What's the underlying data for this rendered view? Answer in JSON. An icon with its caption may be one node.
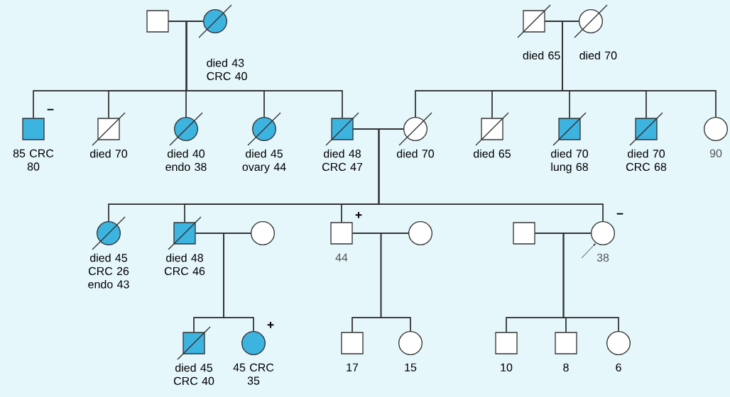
{
  "diagram": {
    "nodes": [
      {
        "text": [],
        "shape": "box"
      },
      {
        "text": [],
        "shape": "circle",
        "beside": [
          "died 43 CRC 40"
        ]
      },
      {
        "text": [],
        "shape": "box",
        "beside": [
          "died 65"
        ]
      },
      {
        "text": [],
        "shape": "circle",
        "beside": [
          "died 70"
        ]
      },
      {
        "text": [],
        "shape": "box",
        "beside": [
          "−",
          "85 CRC 80"
        ]
      },
      {
        "text": [],
        "shape": "box",
        "beside": [
          "died 70"
        ]
      },
      {
        "text": [],
        "shape": "circle",
        "beside": [
          "died 40 endo 38"
        ]
      },
      {
        "text": [],
        "shape": "circle",
        "beside": [
          "died 45 ovary 44"
        ]
      },
      {
        "text": [],
        "shape": "box",
        "beside": [
          "died 48 CRC 47"
        ]
      },
      {
        "text": [],
        "shape": "circle",
        "beside": [
          "died 70"
        ]
      },
      {
        "text": [],
        "shape": "box",
        "beside": [
          "died 65"
        ]
      },
      {
        "text": [],
        "shape": "box",
        "beside": [
          "died 70 lung 68"
        ]
      },
      {
        "text": [],
        "shape": "box",
        "beside": [
          "died 70 CRC 68"
        ]
      },
      {
        "text": [],
        "shape": "circle",
        "beside": [
          "90"
        ]
      },
      {
        "text": [],
        "shape": "circle",
        "beside": [
          "died 45 CRC 26 endo 43"
        ]
      },
      {
        "text": [],
        "shape": "box",
        "beside": [
          "died 48 CRC 46"
        ]
      },
      {
        "text": [],
        "shape": "circle"
      },
      {
        "text": [],
        "shape": "box",
        "beside": [
          "+",
          "44"
        ]
      },
      {
        "text": [],
        "shape": "circle"
      },
      {
        "text": [],
        "shape": "box"
      },
      {
        "text": [],
        "shape": "circle",
        "beside": [
          "−",
          "38"
        ]
      },
      {
        "text": [],
        "shape": "box",
        "beside": [
          "died 45 CRC 40"
        ]
      },
      {
        "text": [],
        "shape": "circle",
        "beside": [
          "+",
          "45 CRC 35"
        ]
      },
      {
        "text": [],
        "shape": "box",
        "beside": [
          "17"
        ]
      },
      {
        "text": [],
        "shape": "circle",
        "beside": [
          "15"
        ]
      },
      {
        "text": [],
        "shape": "box",
        "beside": [
          "10"
        ]
      },
      {
        "text": [],
        "shape": "box",
        "beside": [
          "8"
        ]
      },
      {
        "text": [],
        "shape": "circle",
        "beside": [
          "6"
        ]
      }
    ],
    "edges": [
      {
        "from": 0,
        "to": 1,
        "arrow": "none"
      },
      {
        "from": 0,
        "to": 4,
        "arrow": "none"
      },
      {
        "from": 1,
        "to": 4,
        "arrow": "none"
      },
      {
        "from": 0,
        "to": 5,
        "arrow": "none"
      },
      {
        "from": 1,
        "to": 5,
        "arrow": "none"
      },
      {
        "from": 0,
        "to": 6,
        "arrow": "none"
      },
      {
        "from": 1,
        "to": 6,
        "arrow": "none"
      },
      {
        "from": 0,
        "to": 7,
        "arrow": "none"
      },
      {
        "from": 1,
        "to": 7,
        "arrow": "none"
      },
      {
        "from": 0,
        "to": 8,
        "arrow": "none"
      },
      {
        "from": 1,
        "to": 8,
        "arrow": "none"
      },
      {
        "from": 2,
        "to": 3,
        "arrow": "none"
      },
      {
        "from": 2,
        "to": 9,
        "arrow": "none"
      },
      {
        "from": 3,
        "to": 9,
        "arrow": "none"
      },
      {
        "from": 2,
        "to": 10,
        "arrow": "none"
      },
      {
        "from": 3,
        "to": 10,
        "arrow": "none"
      },
      {
        "from": 2,
        "to": 11,
        "arrow": "none"
      },
      {
        "from": 3,
        "to": 11,
        "arrow": "none"
      },
      {
        "from": 2,
        "to": 12,
        "arrow": "none"
      },
      {
        "from": 3,
        "to": 12,
        "arrow": "none"
      },
      {
        "from": 2,
        "to": 13,
        "arrow": "none"
      },
      {
        "from": 3,
        "to": 13,
        "arrow": "none"
      },
      {
        "from": 8,
        "to": 9,
        "arrow": "none"
      },
      {
        "from": 8,
        "to": 14,
        "arrow": "none"
      },
      {
        "from": 9,
        "to": 14,
        "arrow": "none"
      },
      {
        "from": 8,
        "to": 15,
        "arrow": "none"
      },
      {
        "from": 9,
        "to": 15,
        "arrow": "none"
      },
      {
        "from": 8,
        "to": 17,
        "arrow": "none"
      },
      {
        "from": 9,
        "to": 17,
        "arrow": "none"
      },
      {
        "from": 8,
        "to": 20,
        "arrow": "none"
      },
      {
        "from": 9,
        "to": 20,
        "arrow": "none"
      },
      {
        "from": 15,
        "to": 16,
        "arrow": "none"
      },
      {
        "from": 15,
        "to": 21,
        "arrow": "none"
      },
      {
        "from": 16,
        "to": 21,
        "arrow": "none"
      },
      {
        "from": 15,
        "to": 22,
        "arrow": "none"
      },
      {
        "from": 16,
        "to": 22,
        "arrow": "none"
      },
      {
        "from": 17,
        "to": 18,
        "arrow": "none"
      },
      {
        "from": 17,
        "to": 23,
        "arrow": "none"
      },
      {
        "from": 18,
        "to": 23,
        "arrow": "none"
      },
      {
        "from": 17,
        "to": 24,
        "arrow": "none"
      },
      {
        "from": 18,
        "to": 24,
        "arrow": "none"
      },
      {
        "from": 19,
        "to": 20,
        "arrow": "none"
      },
      {
        "from": 19,
        "to": 25,
        "arrow": "none"
      },
      {
        "from": 20,
        "to": 25,
        "arrow": "none"
      },
      {
        "from": 19,
        "to": 26,
        "arrow": "none"
      },
      {
        "from": 20,
        "to": 26,
        "arrow": "none"
      },
      {
        "from": 19,
        "to": 27,
        "arrow": "none"
      },
      {
        "from": 20,
        "to": 27,
        "arrow": "none"
      },
      {
        "from": null,
        "to": 20,
        "arrow": "to"
      }
    ]
  }
}
